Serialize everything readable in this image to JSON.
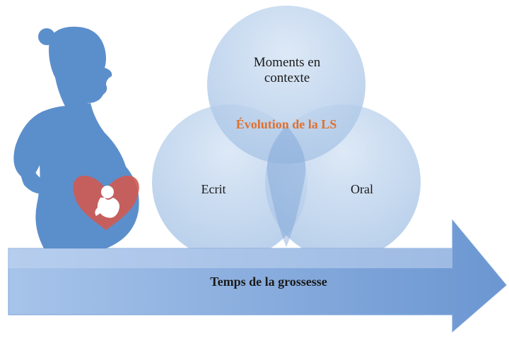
{
  "diagram": {
    "circles": {
      "top": {
        "line1": "Moments en",
        "line2": "contexte"
      },
      "left": {
        "label": "Ecrit"
      },
      "right": {
        "label": "Oral"
      },
      "center_label": "Évolution de la LS"
    },
    "arrow": {
      "label": "Temps de la grossesse"
    },
    "icons": [
      "pregnant-woman-silhouette-icon",
      "heart-icon",
      "fetus-icon"
    ],
    "colors": {
      "silhouette": "#5b8fcb",
      "circle_fill": "#c4d7ee",
      "arrow_fill": "#8db4e2",
      "heart": "#cf5a52",
      "accent_text": "#e0702e"
    }
  }
}
